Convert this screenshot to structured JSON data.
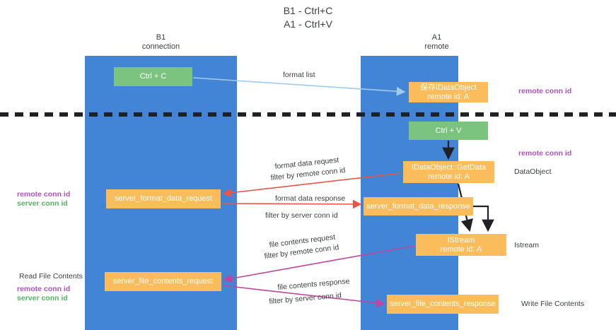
{
  "title": {
    "line1": "B1 - Ctrl+C",
    "line2": "A1 - Ctrl+V"
  },
  "columns": [
    {
      "name": "B1",
      "role": "connection"
    },
    {
      "name": "A1",
      "role": "remote"
    }
  ],
  "boxes": {
    "ctrl_c": {
      "label": "Ctrl + C",
      "color": "#7ac47f"
    },
    "save_idataobject": {
      "line1": "保存IDataObject",
      "line2": "remote id: A",
      "color": "#fbbc5c"
    },
    "ctrl_v": {
      "label": "Ctrl + V",
      "color": "#7ac47f"
    },
    "getdata": {
      "line1": "IDataObject::GetData",
      "line2": "remote id: A",
      "color": "#fbbc5c"
    },
    "server_format_data_request": {
      "label": "server_format_data_request",
      "color": "#fbbc5c"
    },
    "server_format_data_response": {
      "label": "server_format_data_response",
      "color": "#fbbc5c"
    },
    "istream": {
      "line1": "IStream",
      "line2": "remote id: A",
      "color": "#fbbc5c"
    },
    "server_file_contents_request": {
      "label": "server_file_contents_request",
      "color": "#fbbc5c"
    },
    "server_file_contents_response": {
      "label": "server_file_contents_response",
      "color": "#fbbc5c"
    }
  },
  "edge_labels": {
    "format_list": "format list",
    "format_data_request": "format data request",
    "format_data_request_filter_prefix": "filter by ",
    "format_data_request_filter_key": "remote conn id",
    "format_data_response": "format data response",
    "format_data_response_filter_prefix": "filter by ",
    "format_data_response_filter_key": "server conn id",
    "file_contents_request": "file contents request",
    "file_contents_request_filter_prefix": "filter by ",
    "file_contents_request_filter_key": "remote conn id",
    "file_contents_response": "file contents response",
    "file_contents_response_filter_prefix": "filter by ",
    "file_contents_response_filter_key": "server conn id"
  },
  "annotations": {
    "right_remote_conn_id_top": "remote conn id",
    "right_remote_conn_id_mid": "remote conn id",
    "right_dataobject": "DataObject",
    "right_istream": "Istream",
    "right_write_file_contents": "Write File Contents",
    "left_remote_conn_id_1": "remote conn id",
    "left_server_conn_id_1": "server conn id",
    "left_read_file_contents": "Read File Contents",
    "left_remote_conn_id_2": "remote conn id",
    "left_server_conn_id_2": "server conn id"
  },
  "colors": {
    "pane": "#4285d6",
    "green_box": "#7ac47f",
    "orange_box": "#fbbc5c",
    "purple": "#b24fc4",
    "green_text": "#54b265",
    "magenta": "#c2449e",
    "red_arrow": "#e8564a",
    "blue_arrow": "#9ecbf0",
    "black": "#202124",
    "divider": "#202124"
  }
}
